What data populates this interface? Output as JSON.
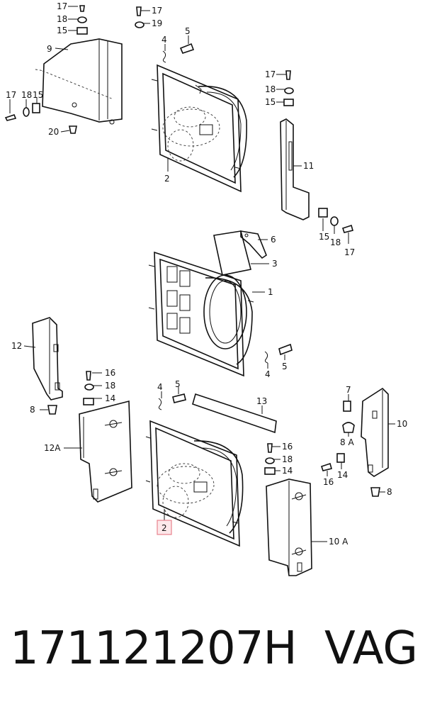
{
  "diagram": {
    "callouts": {
      "c17a": "17",
      "c18a": "18",
      "c15a": "15",
      "c17b": "17",
      "c19a": "19",
      "c9": "9",
      "c4a": "4",
      "c5a": "5",
      "c17c": "17",
      "c18c": "18",
      "c15c": "15",
      "c20": "20",
      "c2a": "2",
      "c17d": "17",
      "c18d": "18",
      "c15d": "15",
      "c11": "11",
      "c15e": "15",
      "c18e": "18",
      "c17e": "17",
      "c6": "6",
      "c3": "3",
      "c1": "1",
      "c12": "12",
      "c4b": "4",
      "c5b": "5",
      "c16a": "16",
      "c18f": "18",
      "c14a": "14",
      "c8a": "8",
      "c12A": "12A",
      "c4c": "4",
      "c5c": "5",
      "c13": "13",
      "c7": "7",
      "c10": "10",
      "c8A": "8 A",
      "c16b": "16",
      "c18g": "18",
      "c14b": "14",
      "c16c": "16",
      "c14c": "14",
      "c8b": "8",
      "c2b": "2",
      "c10A": "10 A"
    },
    "highlight_color": "#e8828d"
  },
  "footer": {
    "part_number": "171121207H",
    "brand": "VAG"
  }
}
